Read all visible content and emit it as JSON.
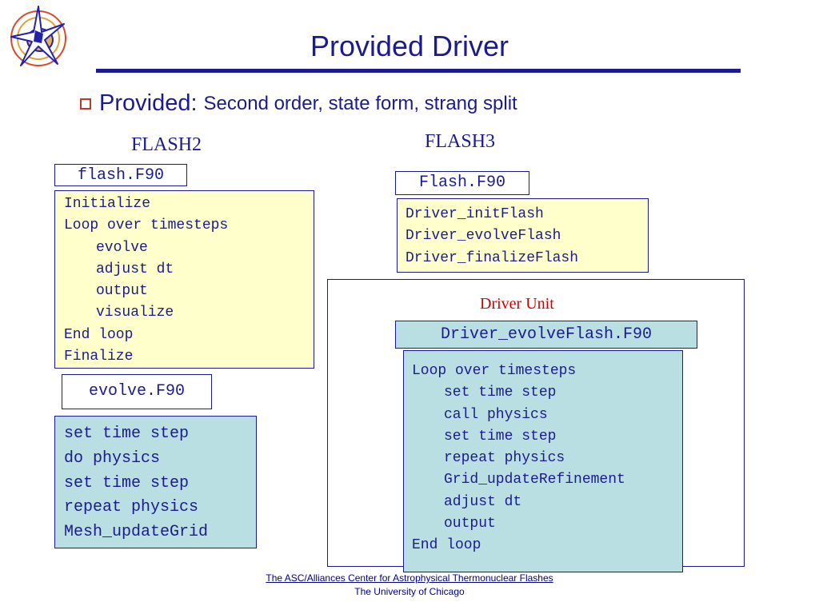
{
  "slide": {
    "title": "Provided Driver",
    "bullet_head": "Provided:",
    "bullet_rest": "Second order, state form, strang split"
  },
  "flash2": {
    "heading": "FLASH2",
    "file_label": "flash.F90",
    "main_lines": [
      {
        "text": "Initialize",
        "indent": false
      },
      {
        "text": "Loop over timesteps",
        "indent": false
      },
      {
        "text": "evolve",
        "indent": true
      },
      {
        "text": "adjust dt",
        "indent": true
      },
      {
        "text": "output",
        "indent": true
      },
      {
        "text": "visualize",
        "indent": true
      },
      {
        "text": "End loop",
        "indent": false
      },
      {
        "text": "Finalize",
        "indent": false
      }
    ],
    "evolve_label": "evolve.F90",
    "evolve_lines": [
      "set time step",
      "do physics",
      "set time step",
      "repeat physics",
      "Mesh_updateGrid"
    ]
  },
  "flash3": {
    "heading": "FLASH3",
    "file_label": "Flash.F90",
    "main_lines": [
      "Driver_initFlash",
      "Driver_evolveFlash",
      "Driver_finalizeFlash"
    ],
    "unit_title": "Driver Unit",
    "evolve_label": "Driver_evolveFlash.F90",
    "evolve_lines": [
      {
        "text": "Loop over timesteps",
        "indent": false
      },
      {
        "text": "set time step",
        "indent": true
      },
      {
        "text": "call physics",
        "indent": true
      },
      {
        "text": "set time step",
        "indent": true
      },
      {
        "text": "repeat physics",
        "indent": true
      },
      {
        "text": "Grid_updateRefinement",
        "indent": true
      },
      {
        "text": "adjust dt",
        "indent": true
      },
      {
        "text": "output",
        "indent": true
      },
      {
        "text": "End loop",
        "indent": false
      }
    ]
  },
  "footer": {
    "line1": "The ASC/Alliances Center for Astrophysical Thermonuclear Flashes",
    "line2": "The University of Chicago"
  },
  "colors": {
    "title_blue": "#1b1b8f",
    "unit_red": "#cc0000",
    "yellow_fill": "#ffffcc",
    "teal_fill": "#b9dfe3"
  },
  "icons": {
    "logo": "flash-center-logo"
  }
}
